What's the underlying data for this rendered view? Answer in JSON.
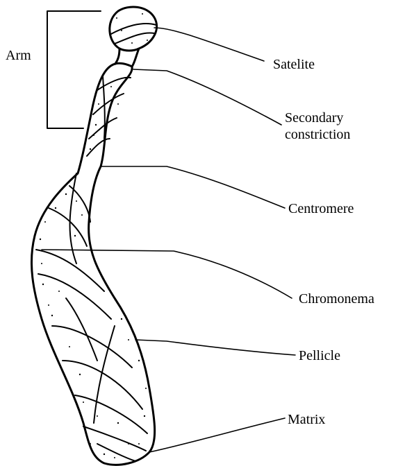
{
  "diagram": {
    "subject": "chromosome structure",
    "labels": {
      "arm": "Arm",
      "satelite": "Satelite",
      "secondary_constriction_line1": "Secondary",
      "secondary_constriction_line2": "constriction",
      "centromere": "Centromere",
      "chromonema": "Chromonema",
      "pellicle": "Pellicle",
      "matrix": "Matrix"
    },
    "colors": {
      "ink": "#000000",
      "background": "#ffffff"
    }
  }
}
